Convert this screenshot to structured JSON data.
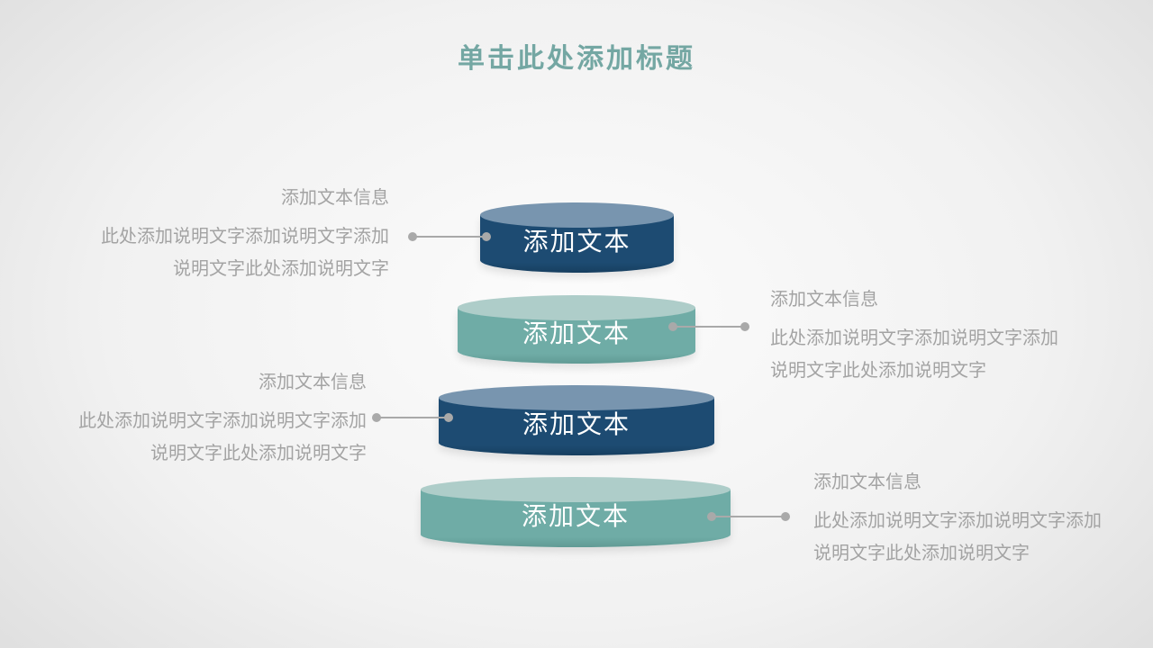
{
  "title": "单击此处添加标题",
  "cylinders": [
    {
      "label": "添加文本",
      "theme": "dark-blue",
      "body_color": "#1D4B72",
      "top_color": "#7895AF"
    },
    {
      "label": "添加文本",
      "theme": "teal",
      "body_color": "#6FACA6",
      "top_color": "#AECDC9"
    },
    {
      "label": "添加文本",
      "theme": "dark-blue",
      "body_color": "#1D4B72",
      "top_color": "#7895AF"
    },
    {
      "label": "添加文本",
      "theme": "teal",
      "body_color": "#6FACA6",
      "top_color": "#AECDC9"
    }
  ],
  "callouts": [
    {
      "heading": "添加文本信息",
      "line1": "此处添加说明文字添加说明文字添加",
      "line2": "说明文字此处添加说明文字",
      "side": "left"
    },
    {
      "heading": "添加文本信息",
      "line1": "此处添加说明文字添加说明文字添加",
      "line2": "说明文字此处添加说明文字",
      "side": "right"
    },
    {
      "heading": "添加文本信息",
      "line1": "此处添加说明文字添加说明文字添加",
      "line2": "说明文字此处添加说明文字",
      "side": "left"
    },
    {
      "heading": "添加文本信息",
      "line1": "此处添加说明文字添加说明文字添加",
      "line2": "说明文字此处添加说明文字",
      "side": "right"
    }
  ],
  "colors": {
    "title_text": "#74A7A3",
    "dark_blue_body": "#1D4B72",
    "dark_blue_top": "#7895AF",
    "teal_body": "#6FACA6",
    "teal_top": "#AECDC9",
    "callout_text": "#A3A3A3",
    "connector": "#A9A9A9",
    "cylinder_label_text": "#FFFFFF"
  }
}
